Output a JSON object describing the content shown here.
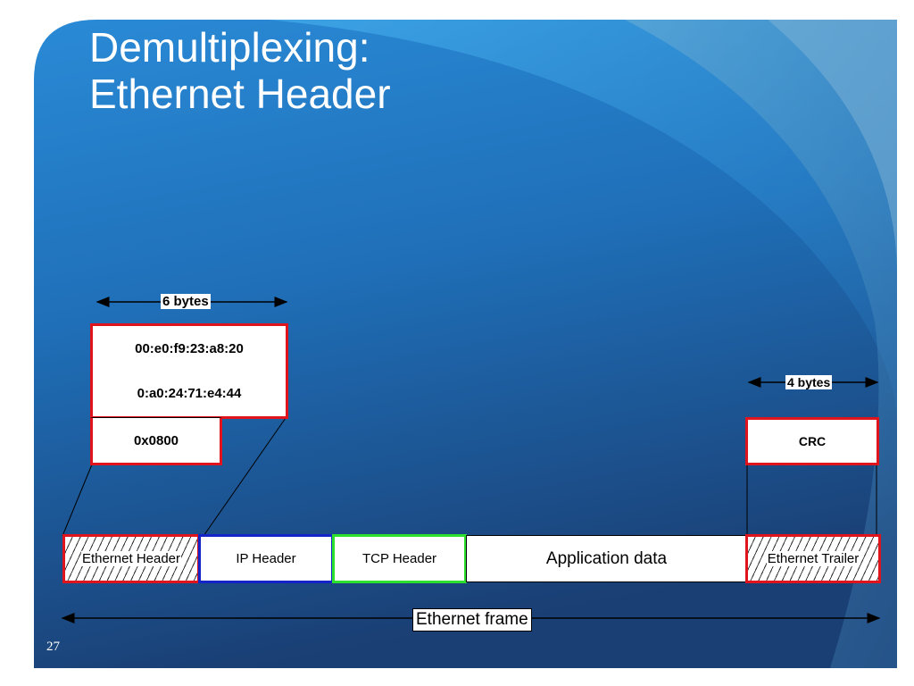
{
  "slide": {
    "title_line1": "Demultiplexing:",
    "title_line2": "Ethernet Header",
    "page_number": "27"
  },
  "header_detail": {
    "width_label": "6 bytes",
    "dest_addr": "00:e0:f9:23:a8:20",
    "src_addr": "0:a0:24:71:e4:44",
    "ethertype": "0x0800"
  },
  "trailer_detail": {
    "width_label": "4 bytes",
    "crc": "CRC"
  },
  "frame": {
    "segments": [
      "Ethernet Header",
      "IP Header",
      "TCP Header",
      "Application data",
      "Ethernet Trailer"
    ],
    "frame_label": "Ethernet frame"
  },
  "colors": {
    "header_border": "#e0141c",
    "ip_border": "#1424c8",
    "tcp_border": "#2ee02e",
    "bg_blue": "#1f6fb8"
  }
}
